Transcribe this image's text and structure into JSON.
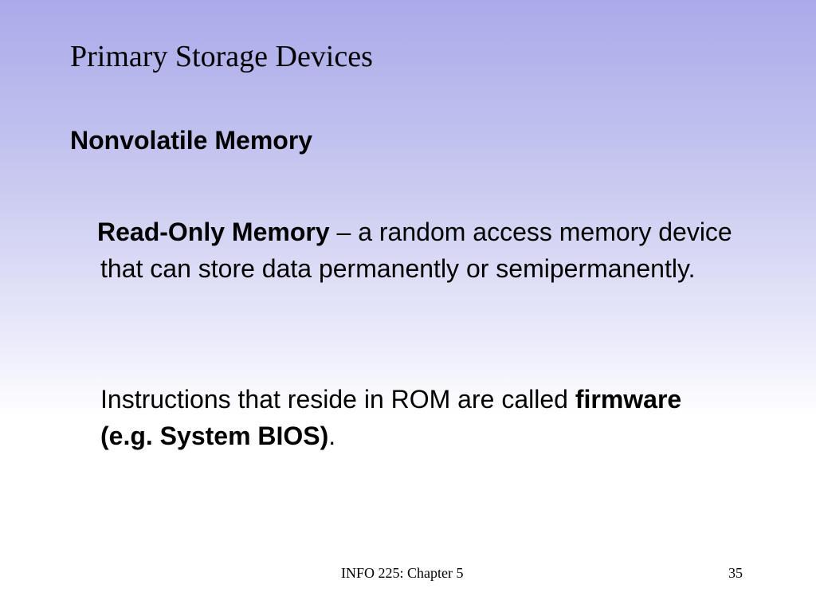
{
  "slide": {
    "title": "Primary Storage Devices",
    "heading": "Nonvolatile Memory",
    "definition": {
      "term": "Read-Only Memory",
      "text": " – a random access memory device that can store data permanently or semipermanently."
    },
    "note": {
      "text": "Instructions that reside in ROM are called ",
      "emphasis": "firmware (e.g. System BIOS)",
      "trailing": "."
    },
    "footer": {
      "center": "INFO 225: Chapter 5",
      "page": "35"
    },
    "background": {
      "top_color": "#aaaaea",
      "bottom_color": "#ffffff"
    }
  }
}
